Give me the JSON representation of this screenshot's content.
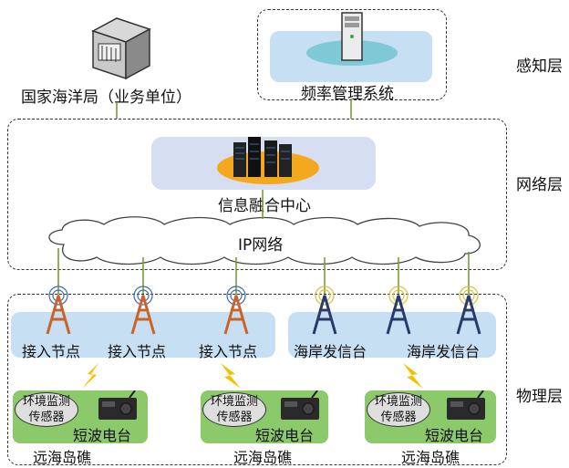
{
  "layers": {
    "perception": "感知层",
    "network": "网络层",
    "physical": "物理层"
  },
  "perception": {
    "agency_label": "国家海洋局（业务单位）",
    "freq_system_label": "频率管理系统"
  },
  "network": {
    "fusion_center_label": "信息融合中心",
    "ip_network_label": "IP网络"
  },
  "physical": {
    "access_nodes": [
      "接入节点",
      "接入节点",
      "接入节点"
    ],
    "coastal_stations": [
      "海岸发信台",
      "海岸发信台"
    ],
    "islands": [
      {
        "sensor": "环境监测传感器",
        "radio": "短波电台",
        "name": "远海岛礁"
      },
      {
        "sensor": "环境监测传感器",
        "radio": "短波电台",
        "name": "远海岛礁"
      },
      {
        "sensor": "环境监测传感器",
        "radio": "短波电台",
        "name": "远海岛礁"
      }
    ]
  },
  "colors": {
    "access_tower": "#c8642a",
    "coastal_tower": "#2a3a6a",
    "blue_panel": "#c6dff2",
    "green_panel": "#8cc96a",
    "link_line": "#7a9a3a",
    "lightning": "#f2c200",
    "fusion_ellipse": "#f4a81e",
    "freq_ellipse": "#7fc8d6"
  }
}
